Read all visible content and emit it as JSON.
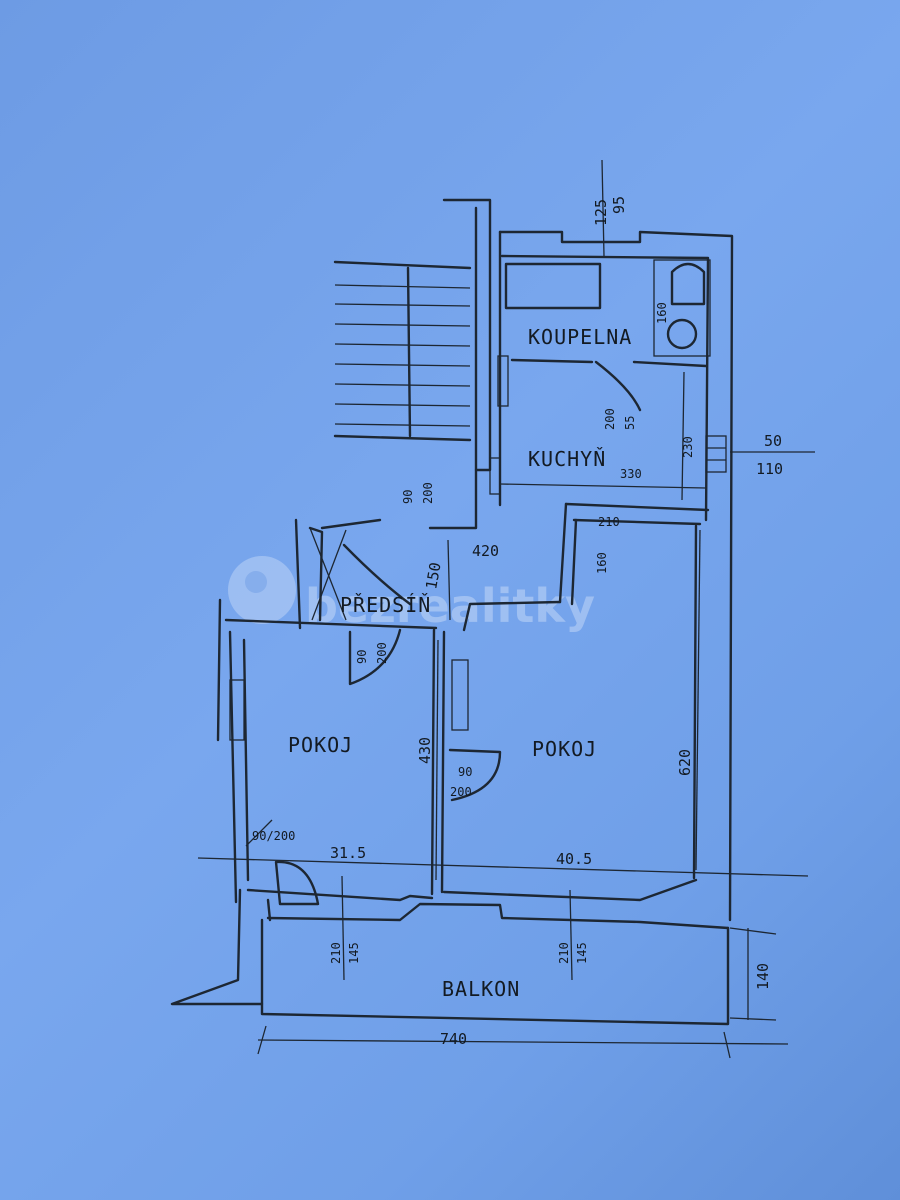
{
  "rooms": {
    "koupelna": "KOUPELNA",
    "kuchyn": "KUCHYŇ",
    "predsin": "PŘEDSÍŇ",
    "pokoj_left": "POKOJ",
    "pokoj_right": "POKOJ",
    "balkon": "BALKON"
  },
  "dimensions": {
    "d125": "125",
    "d95": "95",
    "d160": "160",
    "d200_55_a": "200",
    "d200_55_b": "55",
    "d230": "230",
    "d50": "50",
    "d110": "110",
    "d330": "330",
    "d90_top": "90",
    "d200_top": "200",
    "d420": "420",
    "d150": "150",
    "d210_top": "210",
    "d160_right": "160",
    "d90_mid": "90",
    "d200_mid": "200",
    "d430": "430",
    "d620": "620",
    "d90_door": "90",
    "d200_door": "200",
    "d90_balc": "90/200",
    "d315": "31.5",
    "d405": "40.5",
    "d210_left": "210",
    "d145_left": "145",
    "d210_right": "210",
    "d145_right": "145",
    "d140": "140",
    "d740": "740"
  },
  "watermark": "bezrealitky"
}
